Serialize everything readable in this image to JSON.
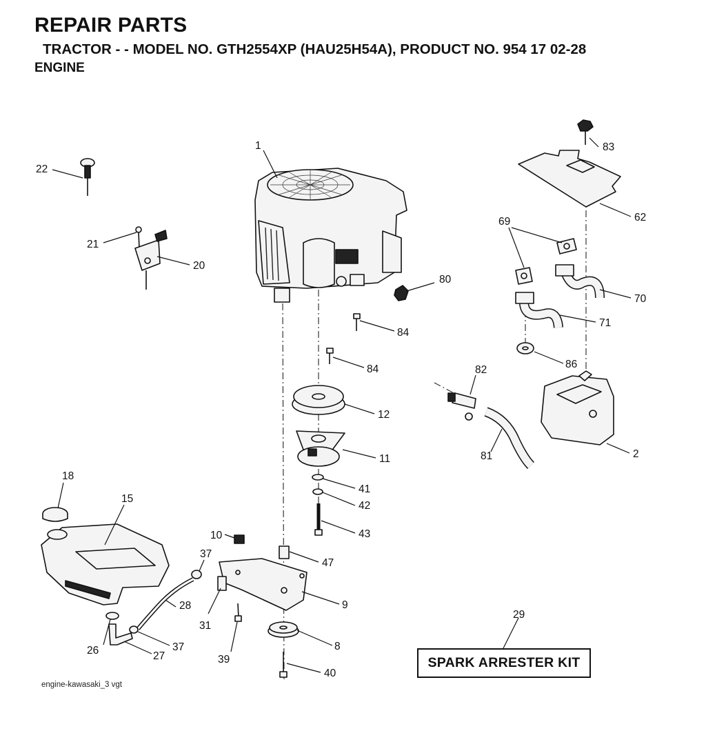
{
  "header": {
    "title": "REPAIR PARTS",
    "subtitle": "TRACTOR - - MODEL NO. GTH2554XP (HAU25H54A), PRODUCT NO. 954 17 02-28",
    "section": "ENGINE"
  },
  "callouts": [
    {
      "id": "c1",
      "label": "1"
    },
    {
      "id": "c2",
      "label": "2"
    },
    {
      "id": "c8",
      "label": "8"
    },
    {
      "id": "c9",
      "label": "9"
    },
    {
      "id": "c10",
      "label": "10"
    },
    {
      "id": "c11",
      "label": "11"
    },
    {
      "id": "c12",
      "label": "12"
    },
    {
      "id": "c15",
      "label": "15"
    },
    {
      "id": "c18",
      "label": "18"
    },
    {
      "id": "c20",
      "label": "20"
    },
    {
      "id": "c21",
      "label": "21"
    },
    {
      "id": "c22",
      "label": "22"
    },
    {
      "id": "c26",
      "label": "26"
    },
    {
      "id": "c27",
      "label": "27"
    },
    {
      "id": "c28",
      "label": "28"
    },
    {
      "id": "c29",
      "label": "29"
    },
    {
      "id": "c31",
      "label": "31"
    },
    {
      "id": "c37a",
      "label": "37"
    },
    {
      "id": "c37b",
      "label": "37"
    },
    {
      "id": "c39",
      "label": "39"
    },
    {
      "id": "c40",
      "label": "40"
    },
    {
      "id": "c41",
      "label": "41"
    },
    {
      "id": "c42",
      "label": "42"
    },
    {
      "id": "c43",
      "label": "43"
    },
    {
      "id": "c47",
      "label": "47"
    },
    {
      "id": "c62",
      "label": "62"
    },
    {
      "id": "c69",
      "label": "69"
    },
    {
      "id": "c70",
      "label": "70"
    },
    {
      "id": "c71",
      "label": "71"
    },
    {
      "id": "c80",
      "label": "80"
    },
    {
      "id": "c81",
      "label": "81"
    },
    {
      "id": "c82",
      "label": "82"
    },
    {
      "id": "c83",
      "label": "83"
    },
    {
      "id": "c84a",
      "label": "84"
    },
    {
      "id": "c84b",
      "label": "84"
    },
    {
      "id": "c86",
      "label": "86"
    }
  ],
  "kit_box": {
    "label": "SPARK ARRESTER KIT"
  },
  "footer": {
    "code": "engine-kawasaki_3 vgt"
  }
}
